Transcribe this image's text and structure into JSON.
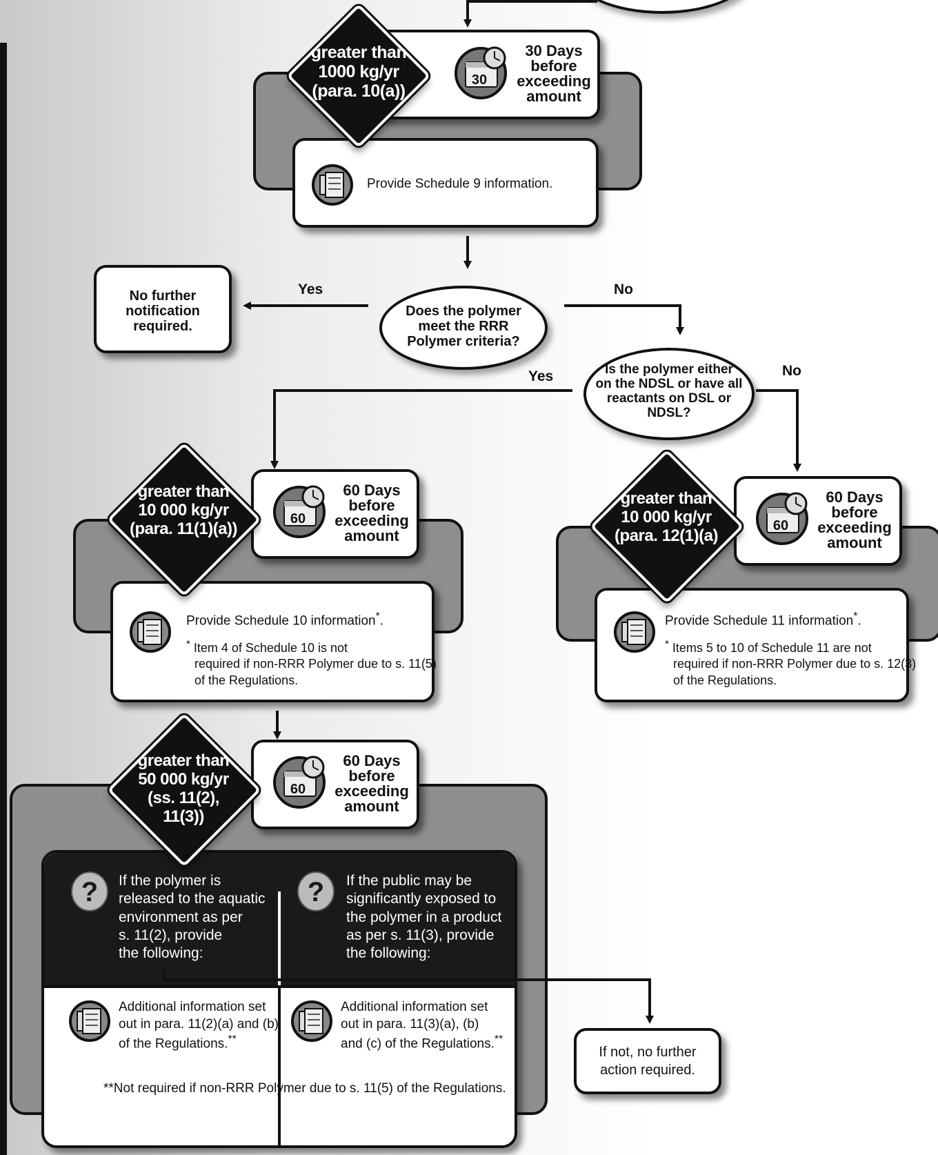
{
  "top": {
    "threshold": [
      "greater than",
      "1000 kg/yr",
      "(para. 10(a))"
    ],
    "calendar_day": "30",
    "timing": [
      "30 Days",
      "before",
      "exceeding",
      "amount"
    ],
    "instruction": "Provide Schedule 9 information."
  },
  "rrr_question": [
    "Does the polymer",
    "meet the RRR",
    "Polymer criteria?"
  ],
  "no_further": [
    "No further",
    "notification",
    "required."
  ],
  "labels": {
    "yes1": "Yes",
    "no1": "No",
    "yes2": "Yes",
    "no2": "No"
  },
  "ndsl_question": [
    "Is the polymer either",
    "on the NDSL or have all",
    "reactants on DSL or",
    "NDSL?"
  ],
  "left_branch": {
    "threshold": [
      "greater than",
      "10 000 kg/yr",
      "(para. 11(1)(a))"
    ],
    "calendar_day": "60",
    "timing": [
      "60 Days",
      "before",
      "exceeding",
      "amount"
    ],
    "instruction": "Provide Schedule 10 information",
    "instruction_mark": "*",
    "footnote_mark": "*",
    "footnote": [
      "Item 4 of Schedule 10 is not",
      "required if non-RRR Polymer due to s. 11(5)",
      "of the Regulations."
    ]
  },
  "right_branch": {
    "threshold": [
      "greater than",
      "10 000 kg/yr",
      "(para. 12(1)(a)"
    ],
    "calendar_day": "60",
    "timing": [
      "60 Days",
      "before",
      "exceeding",
      "amount"
    ],
    "instruction": "Provide Schedule 11 information",
    "instruction_mark": "*",
    "footnote_mark": "*",
    "footnote": [
      "Items 5 to 10 of Schedule 11 are not",
      "required if non-RRR Polymer due to s. 12(3)",
      "of the Regulations."
    ]
  },
  "bottom": {
    "threshold": [
      "greater than",
      "50 000 kg/yr",
      "(ss. 11(2),",
      "11(3))"
    ],
    "calendar_day": "60",
    "timing": [
      "60 Days",
      "before",
      "exceeding",
      "amount"
    ],
    "q_left": [
      "If the polymer is",
      "released to the aquatic",
      "environment as per",
      "s. 11(2), provide",
      "the following:"
    ],
    "q_right": [
      "If the public may be",
      "significantly exposed to",
      "the polymer in a product",
      "as per s. 11(3), provide",
      "the following:"
    ],
    "info_left": [
      "Additional information set",
      "out in para. 11(2)(a) and (b)",
      "of the Regulations."
    ],
    "info_left_mark": "**",
    "info_right": [
      "Additional information set",
      "out in para. 11(3)(a), (b)",
      "and (c) of the Regulations."
    ],
    "info_right_mark": "**",
    "footnote": "**Not required if non-RRR Polymer due to s. 11(5) of the Regulations."
  },
  "if_not": [
    "If not, no further",
    "action required."
  ]
}
